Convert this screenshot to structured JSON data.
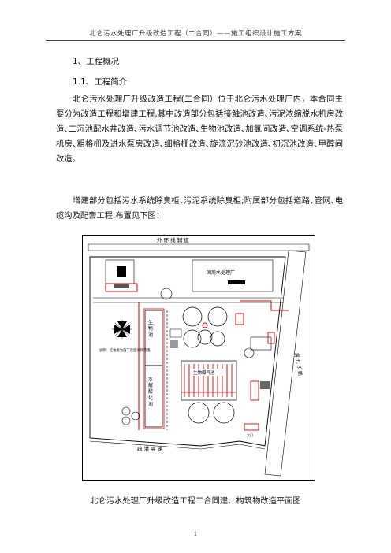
{
  "header": {
    "title": "北仑污水处理厂升级改造工程（二合同）——施工组织设计施工方案"
  },
  "section": {
    "heading1": "1、工程概况",
    "heading2": "1.1、工程简介",
    "paragraph1": "北仑污水处理厂升级改造工程(二合同）位于北仑污水处理厂内，本合同主要分为改造工程和增建工程,其中改造部分包括接触池改造､污泥浓缩脱水机房改造､二沉池配水井改造､污水调节池改造､生物池改造､加氯间改造､空调系统-热泵机房､粗格栅及进水泵房改造､细格栅改造､旋流沉砂池改造､初沉池改造､甲醇间改造。",
    "paragraph2": "增建部分包括污水系统除臭柜､污泥系统除臭柜;附属部分包括道路､管网､电缆沟及配套工程.布置见下图："
  },
  "figure": {
    "road_top": "外 环 线 辅 道",
    "road_bottom": "疏 港 高 速",
    "road_right": "渭 九 桥 路",
    "plant_name": "国周水处理厂",
    "pool_left": "生 物 池",
    "pool_second": "水 解 酸 化 池",
    "center_label": "生物曝气池",
    "note": "说明：红色框为施工改造项目范围",
    "gate_label": "大门"
  },
  "caption": "北仑污水处理厂升级改造工程二合同建、构筑物改造平面图",
  "page_number": "1"
}
